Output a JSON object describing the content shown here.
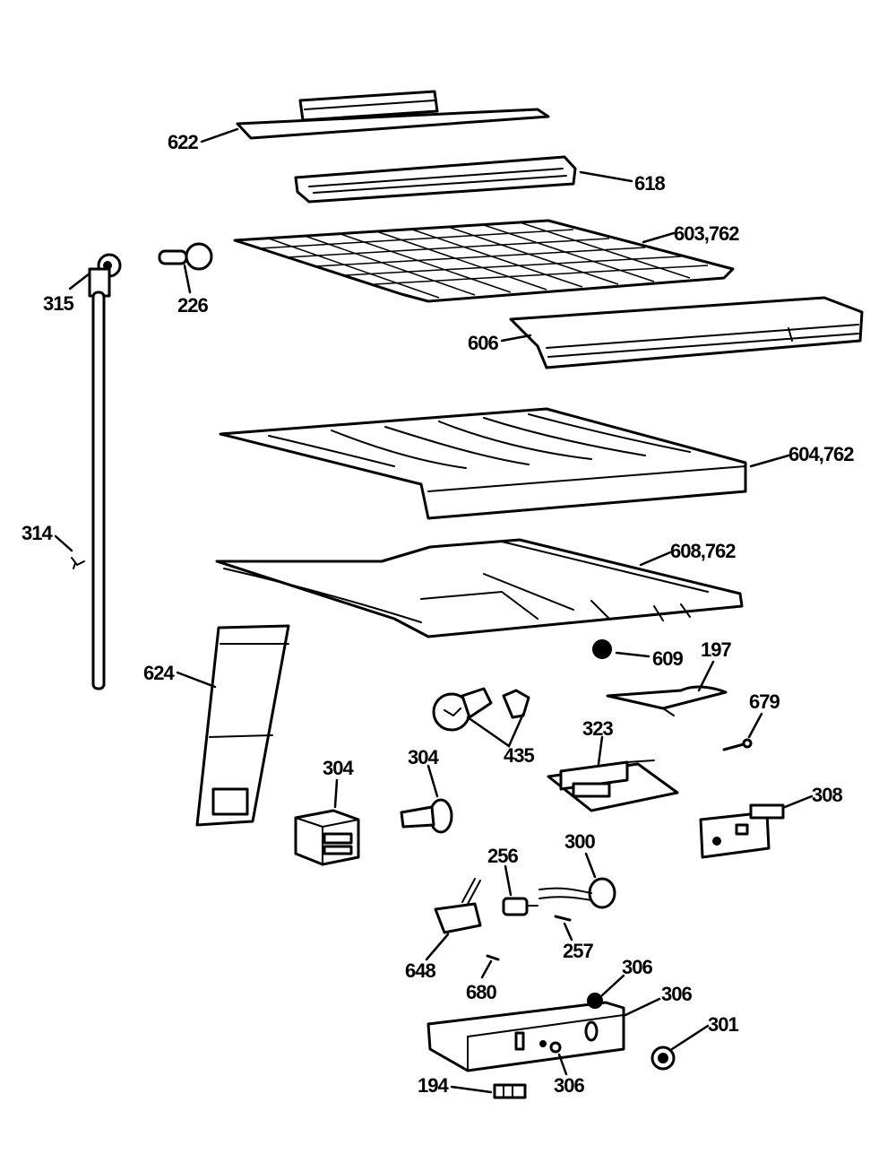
{
  "colors": {
    "line": "#000000",
    "background": "#ffffff"
  },
  "labels": {
    "l622": "622",
    "l618": "618",
    "l603": "603,762",
    "l315": "315",
    "l226": "226",
    "l606": "606",
    "l604": "604,762",
    "l314": "314",
    "l608": "608,762",
    "l624": "624",
    "l609": "609",
    "l197": "197",
    "l679": "679",
    "l435": "435",
    "l323": "323",
    "l304a": "304",
    "l304b": "304",
    "l308": "308",
    "l256": "256",
    "l300": "300",
    "l257": "257",
    "l648": "648",
    "l680": "680",
    "l306a": "306",
    "l306b": "306",
    "l306c": "306",
    "l301": "301",
    "l194": "194"
  }
}
